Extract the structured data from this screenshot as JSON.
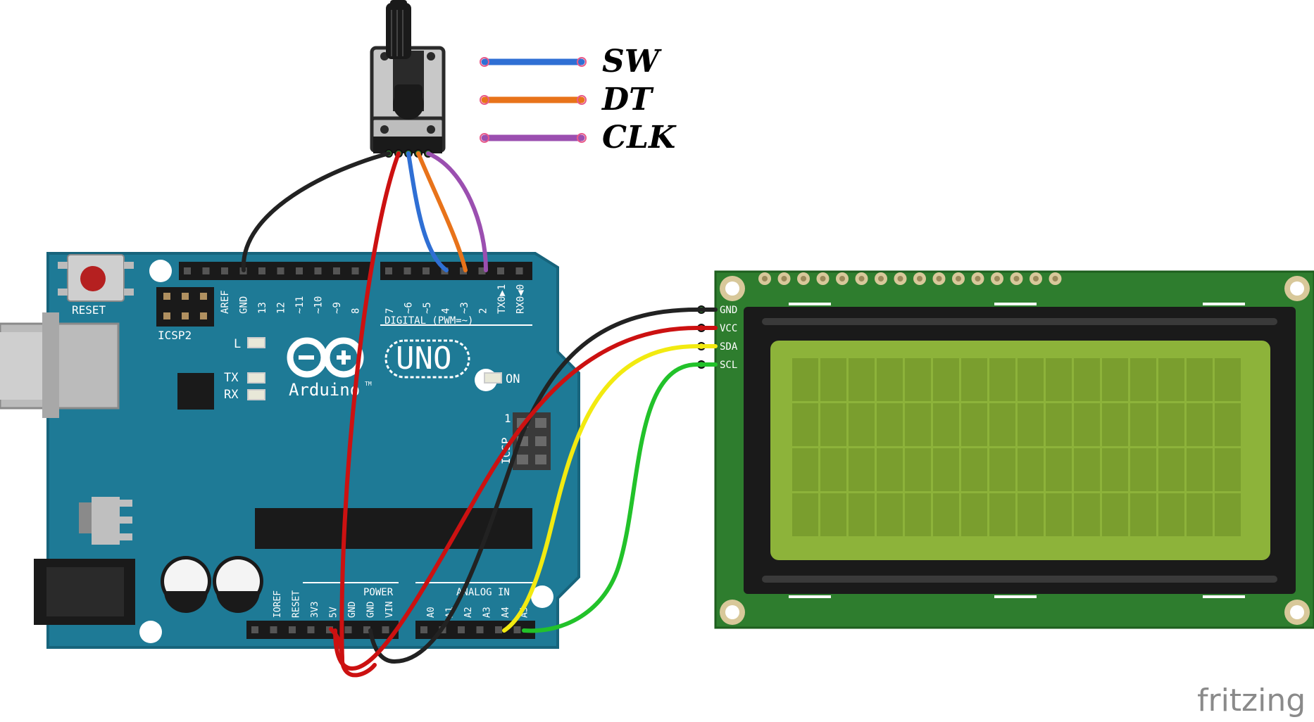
{
  "legend": [
    {
      "label": "SW",
      "color": "#2f6fd4"
    },
    {
      "label": "DT",
      "color": "#e8731a"
    },
    {
      "label": "CLK",
      "color": "#9b4fb0"
    }
  ],
  "arduino": {
    "reset_label": "RESET",
    "icsp2_label": "ICSP2",
    "icsp_label": "ICSP",
    "icsp_pin1": "1",
    "digital_label": "DIGITAL (PWM=~)",
    "top_pins": [
      "AREF",
      "GND",
      "13",
      "12",
      "~11",
      "~10",
      "~9",
      "8",
      "7",
      "~6",
      "~5",
      "4",
      "~3",
      "2",
      "TX0▶1",
      "RX0◀0"
    ],
    "led_l": "L",
    "led_tx": "TX",
    "led_rx": "RX",
    "led_on": "ON",
    "logo_uno": "UNO",
    "logo_arduino": "Arduino",
    "logo_tm": "TM",
    "power_label": "POWER",
    "analog_label": "ANALOG IN",
    "bottom_pins": [
      "IOREF",
      "RESET",
      "3V3",
      "5V",
      "GND",
      "GND",
      "VIN",
      "A0",
      "A1",
      "A2",
      "A3",
      "A4",
      "A5"
    ]
  },
  "lcd": {
    "pins": [
      "GND",
      "VCC",
      "SDA",
      "SCL"
    ],
    "rows": 4,
    "cols": 16
  },
  "colors": {
    "board": "#1e7a96",
    "board_edge": "#17647c",
    "lcd_pcb": "#2e7d2e",
    "lcd_screen": "#8db33a",
    "wire_black": "#222222",
    "wire_red": "#cc1111",
    "wire_yellow": "#f2ea10",
    "wire_green": "#22c22a",
    "wire_blue": "#2f6fd4",
    "wire_orange": "#e8731a",
    "wire_purple": "#9b4fb0"
  },
  "watermark": "fritzing"
}
